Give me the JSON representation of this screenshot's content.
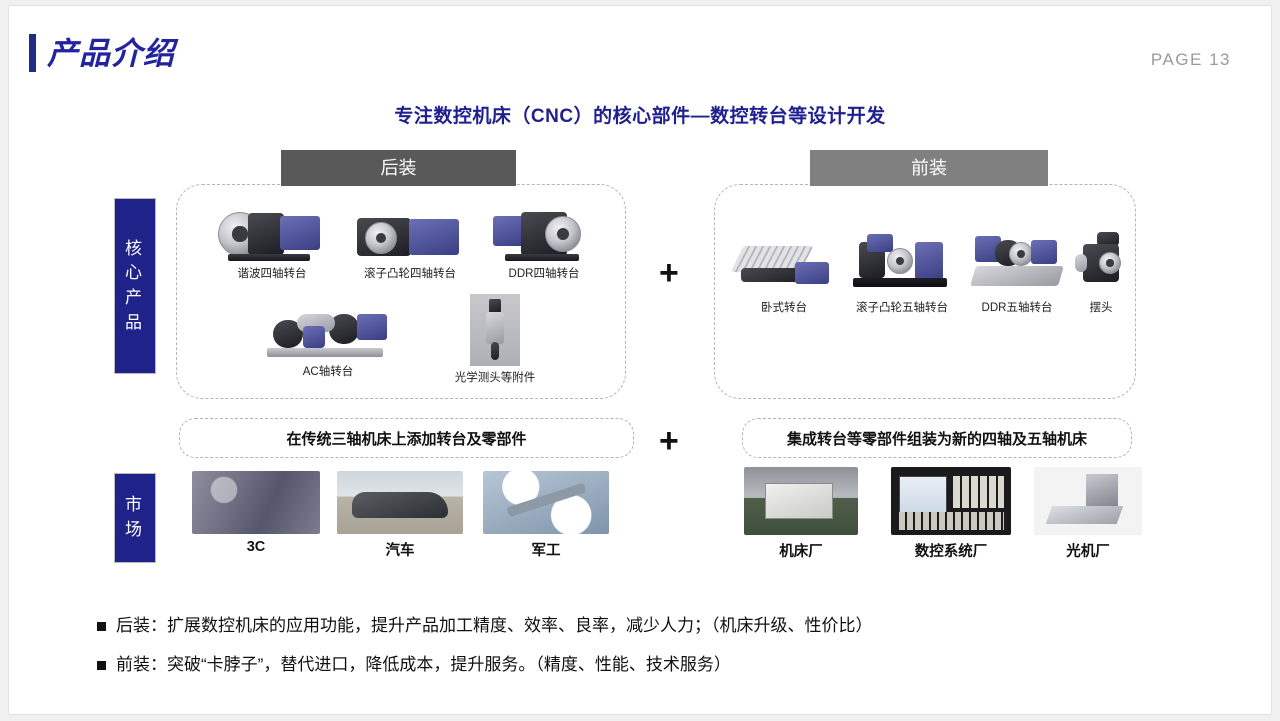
{
  "header": {
    "title": "产品介绍",
    "page_label": "PAGE 13",
    "subtitle": "专注数控机床（CNC）的核心部件—数控转台等设计开发",
    "accent_color": "#1f2d86",
    "title_color": "#2323a0"
  },
  "banners": {
    "left": {
      "label": "后装",
      "color": "#595959"
    },
    "right": {
      "label": "前装",
      "color": "#808080"
    }
  },
  "side_labels": {
    "core": {
      "chars": [
        "核",
        "心",
        "产",
        "品"
      ],
      "color": "#1f2389"
    },
    "market": {
      "chars": [
        "市",
        "场"
      ],
      "color": "#1f2389"
    }
  },
  "plus_signs": {
    "upper": "+",
    "lower": "+"
  },
  "products_left": [
    {
      "name": "谐波四轴转台",
      "icon": "rotary-table-harmonic-icon"
    },
    {
      "name": "滚子凸轮四轴转台",
      "icon": "rotary-table-rollercam-icon"
    },
    {
      "name": "DDR四轴转台",
      "icon": "rotary-table-ddr-icon"
    },
    {
      "name": "AC轴转台",
      "icon": "rotary-table-ac-axis-icon"
    },
    {
      "name": "光学测头等附件",
      "icon": "optical-probe-icon"
    }
  ],
  "products_right": [
    {
      "name": "卧式转台",
      "icon": "horizontal-rotary-table-icon"
    },
    {
      "name": "滚子凸轮五轴转台",
      "icon": "five-axis-rollercam-icon"
    },
    {
      "name": "DDR五轴转台",
      "icon": "five-axis-ddr-icon"
    },
    {
      "name": "摆头",
      "icon": "swing-head-icon"
    }
  ],
  "descriptions": {
    "left": "在传统三轴机床上添加转台及零部件",
    "right": "集成转台等零部件组装为新的四轴及五轴机床"
  },
  "markets_left": [
    {
      "name": "3C",
      "icon": "consumer-electronics-photo"
    },
    {
      "name": "汽车",
      "icon": "automobile-photo"
    },
    {
      "name": "军工",
      "icon": "military-aircraft-photo"
    }
  ],
  "markets_right": [
    {
      "name": "机床厂",
      "icon": "machine-tool-factory-photo"
    },
    {
      "name": "数控系统厂",
      "icon": "cnc-controller-photo"
    },
    {
      "name": "光机厂",
      "icon": "optical-machine-photo"
    }
  ],
  "bullets": [
    "后装：扩展数控机床的应用功能，提升产品加工精度、效率、良率，减少人力；（机床升级、性价比）",
    "前装：突破“卡脖子”，替代进口，降低成本，提升服务。（精度、性能、技术服务）"
  ]
}
